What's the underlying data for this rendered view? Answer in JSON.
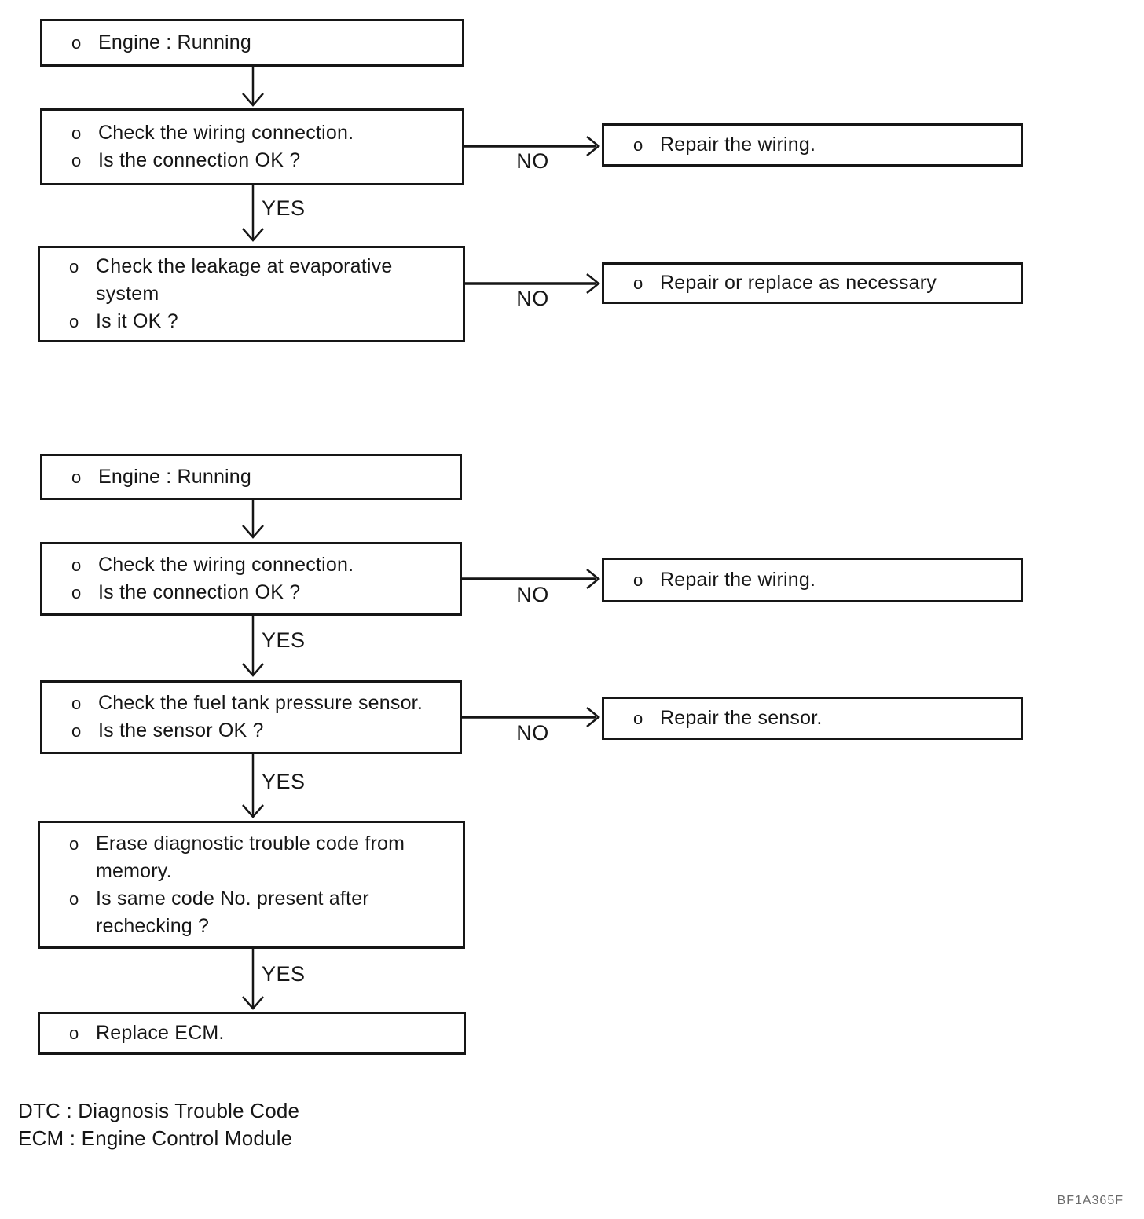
{
  "bullet": "o",
  "labels": {
    "yes": "YES",
    "no": "NO"
  },
  "flow1": {
    "engine": {
      "l1": "Engine : Running"
    },
    "wiring": {
      "l1": "Check the wiring connection.",
      "l2": "Is the connection OK ?"
    },
    "repair_wiring": {
      "l1": "Repair the wiring."
    },
    "leakage": {
      "l1": "Check the leakage at evaporative system",
      "l2": "Is it OK ?"
    },
    "repair_replace": {
      "l1": "Repair or replace as necessary"
    }
  },
  "flow2": {
    "engine": {
      "l1": "Engine : Running"
    },
    "wiring": {
      "l1": "Check the wiring connection.",
      "l2": "Is the connection OK ?"
    },
    "repair_wiring": {
      "l1": "Repair the wiring."
    },
    "sensor": {
      "l1": "Check the fuel tank pressure sensor.",
      "l2": "Is the sensor OK ?"
    },
    "repair_sensor": {
      "l1": "Repair the sensor."
    },
    "erase": {
      "l1": "Erase diagnostic trouble code from memory.",
      "l2": "Is same code No. present after rechecking ?"
    },
    "replace_ecm": {
      "l1": "Replace ECM."
    }
  },
  "legend": {
    "dtc": "DTC : Diagnosis Trouble Code",
    "ecm": "ECM : Engine Control Module"
  },
  "footer": {
    "code": "BF1A365F"
  }
}
